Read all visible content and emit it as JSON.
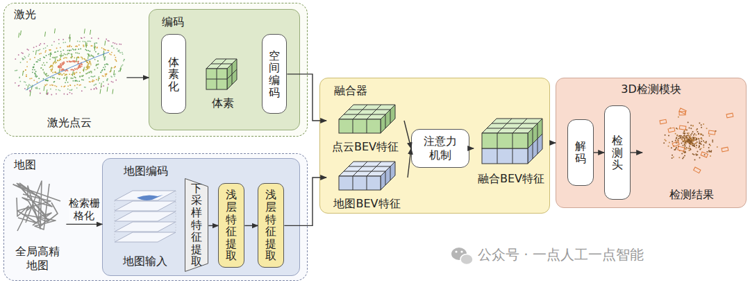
{
  "diagram": {
    "nodes": [
      {
        "text": [
          "激光"
        ]
      },
      {
        "text": [
          "激光点云"
        ],
        "in": 0
      },
      {
        "text": [
          "编码"
        ],
        "in": 0
      },
      {
        "text": [
          "体素化"
        ],
        "in": 2
      },
      {
        "text": [
          "体素"
        ],
        "in": 2
      },
      {
        "text": [
          "空间编码"
        ],
        "in": 2
      },
      {
        "text": [
          "地图"
        ]
      },
      {
        "text": [
          "全局高精地图"
        ],
        "in": 6
      },
      {
        "text": [
          "地图编码"
        ],
        "in": 6
      },
      {
        "text": [
          "地图输入"
        ],
        "in": 8
      },
      {
        "text": [
          "下采样特征提取"
        ],
        "in": 8
      },
      {
        "text": [
          "浅层特征提取"
        ],
        "in": 8
      },
      {
        "text": [
          "浅层特征提取"
        ],
        "in": 8
      },
      {
        "text": [
          "融合器"
        ]
      },
      {
        "text": [
          "点云BEV特征"
        ],
        "in": 13
      },
      {
        "text": [
          "地图BEV特征"
        ],
        "in": 13
      },
      {
        "text": [
          "注意力机制"
        ],
        "in": 13
      },
      {
        "text": [
          "融合BEV特征"
        ],
        "in": 13
      },
      {
        "text": [
          "3D检测模块"
        ]
      },
      {
        "text": [
          "解码"
        ],
        "in": 18
      },
      {
        "text": [
          "检测头"
        ],
        "in": 18
      },
      {
        "text": [
          "检测结果"
        ],
        "in": 18
      }
    ],
    "edges": [
      {
        "from": 1,
        "to": 2,
        "arrow": "to"
      },
      {
        "from": 5,
        "to": 14,
        "arrow": "to"
      },
      {
        "from": 7,
        "to": 8,
        "label": "检索栅格化",
        "arrow": "to"
      },
      {
        "from": 10,
        "to": 11,
        "arrow": "to"
      },
      {
        "from": 11,
        "to": 12,
        "arrow": "to"
      },
      {
        "from": 12,
        "to": 15,
        "arrow": "to"
      },
      {
        "from": 14,
        "to": 16,
        "arrow": "to"
      },
      {
        "from": 15,
        "to": 16,
        "arrow": "to"
      },
      {
        "from": 16,
        "to": 17,
        "arrow": "to"
      },
      {
        "from": 13,
        "to": 18,
        "arrow": "to"
      },
      {
        "from": 19,
        "to": 20,
        "arrow": "to"
      },
      {
        "from": 20,
        "to": 21,
        "arrow": "to"
      }
    ],
    "labels": [
      "公众号 · 一点人工一点智能"
    ]
  }
}
